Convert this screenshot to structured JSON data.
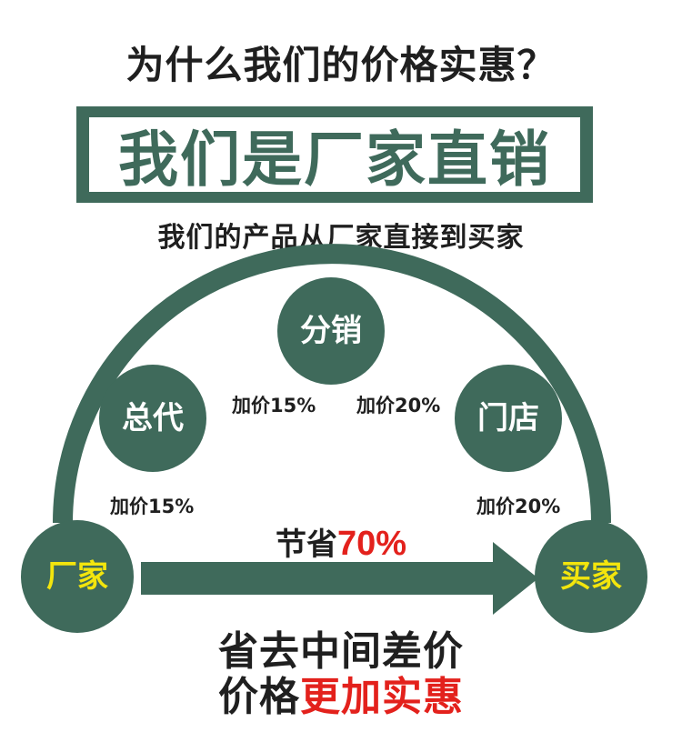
{
  "title": "为什么我们的价格实惠？",
  "banner": "我们是厂家直销",
  "subtitle": "我们的产品从厂家直接到买家",
  "colors": {
    "green": "#3f6a5b",
    "red": "#e3211c",
    "yellow": "#f3e50d"
  },
  "nodes": {
    "factory": "厂家",
    "agent": "总代",
    "distributor": "分销",
    "store": "门店",
    "buyer": "买家"
  },
  "markups": {
    "factory_agent": "加价15%",
    "agent_distributor": "加价15%",
    "distributor_store": "加价20%",
    "store_buyer": "加价20%"
  },
  "save": {
    "prefix": "节省",
    "percent": "70%"
  },
  "bottom": {
    "line1": "省去中间差价",
    "line2_prefix": "价格",
    "line2_highlight": "更加实惠"
  }
}
